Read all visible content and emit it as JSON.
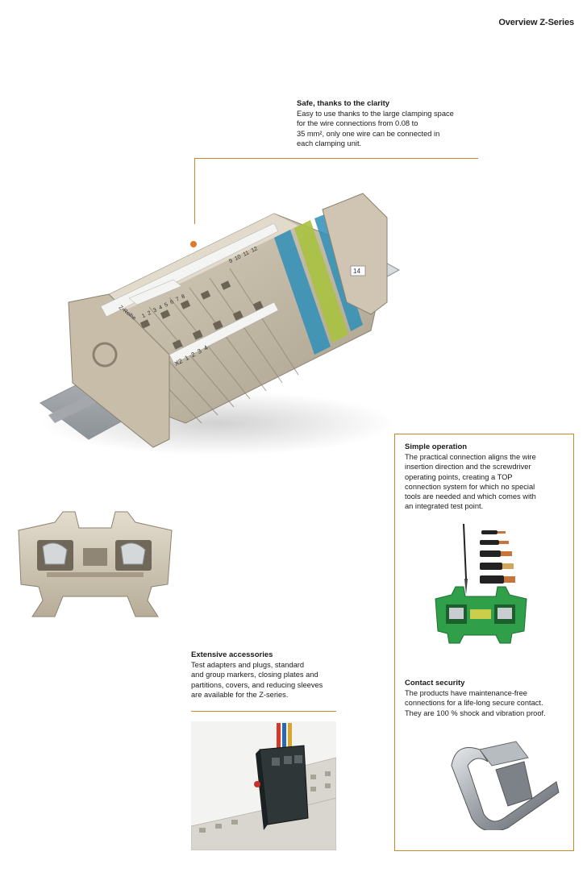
{
  "header": {
    "title": "Overview Z-Series"
  },
  "sections": {
    "safe": {
      "heading": "Safe, thanks to the clarity",
      "lines": [
        "Easy to use thanks to the large clamping space",
        "for the wire connections from 0.08 to",
        "35 mm², only one wire can be connected in",
        "each clamping unit."
      ]
    },
    "simple": {
      "heading": "Simple operation",
      "lines": [
        "The practical connection aligns the wire",
        "insertion direction and the screwdriver",
        "operating points, creating a TOP",
        "connection system for which no special",
        "tools are needed and which comes with",
        "an integrated test point."
      ]
    },
    "accessories": {
      "heading": "Extensive accessories",
      "lines": [
        "Test adapters and plugs, standard",
        "and group markers, closing plates and",
        "partitions, covers, and reducing sleeves",
        "are available for the Z-series."
      ]
    },
    "contact": {
      "heading": "Contact security",
      "lines": [
        "The products have maintenance-free",
        "connections for a life-long secure contact.",
        "They are 100 % shock and vibration proof."
      ]
    }
  },
  "product_image": {
    "markers_left": [
      "X2",
      "1",
      "2",
      "3",
      "4"
    ],
    "markers_top": [
      "1",
      "2",
      "3",
      "4",
      "5",
      "6",
      "7",
      "8"
    ],
    "markers_mid": [
      "9",
      "10",
      "11",
      "12"
    ],
    "marker_right": "14",
    "brand_label": "Z-Reihe",
    "colors": {
      "beige": "#cfc5b2",
      "green_yellow": "#a9c23f",
      "blue": "#2f8fb8",
      "accent": "#c8892a"
    }
  }
}
